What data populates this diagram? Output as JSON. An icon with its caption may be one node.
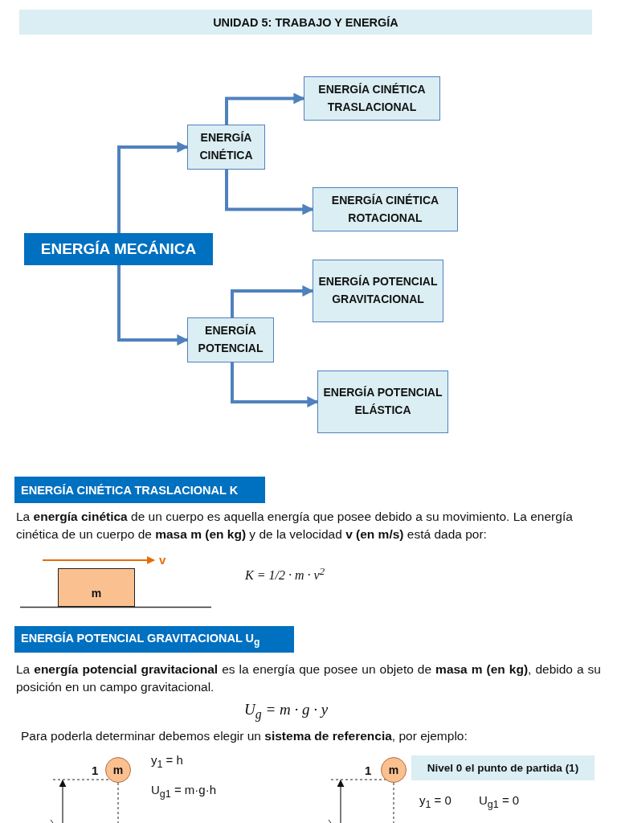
{
  "diagram": {
    "title": "UNIDAD 5: TRABAJO Y ENERGÍA",
    "nodes": [
      {
        "text": [
          "ENERGÍA MECÁNICA"
        ]
      },
      {
        "text": [
          "ENERGÍA CINÉTICA"
        ]
      },
      {
        "text": [
          "ENERGÍA CINÉTICA TRASLACIONAL"
        ]
      },
      {
        "text": [
          "ENERGÍA CINÉTICA ROTACIONAL"
        ]
      },
      {
        "text": [
          "ENERGÍA POTENCIAL"
        ]
      },
      {
        "text": [
          "ENERGÍA POTENCIAL GRAVITACIONAL"
        ]
      },
      {
        "text": [
          "ENERGÍA POTENCIAL ELÁSTICA"
        ]
      },
      {
        "text": [
          "ENERGÍA CINÉTICA TRASLACIONAL K"
        ]
      },
      {
        "text": [
          "m"
        ]
      },
      {
        "text": [
          "ENERGÍA POTENCIAL GRAVITACIONAL U$_{g}$"
        ]
      },
      {
        "text": [
          "m"
        ]
      },
      {
        "text": [
          "m"
        ]
      },
      {
        "text": [
          "Nivel 0 el punto de partida (1)"
        ]
      }
    ],
    "edges": [
      {
        "from": 0,
        "to": 1,
        "arrow": "to"
      },
      {
        "from": 1,
        "to": 2,
        "arrow": "to"
      },
      {
        "from": 1,
        "to": 3,
        "arrow": "to"
      },
      {
        "from": 0,
        "to": 4,
        "arrow": "to"
      },
      {
        "from": 4,
        "to": 5,
        "arrow": "to"
      },
      {
        "from": 4,
        "to": 6,
        "arrow": "to"
      }
    ],
    "labels": [
      "La **energía cinética** de un cuerpo es aquella energía que posee debido a su movimiento. La energía cinética de un cuerpo de **masa m (en kg)** y de la velocidad **v (en m/s)** está dada por:",
      "v",
      "K = 1/2 · m · v$^{2}$",
      "La **energía potencial gravitacional** es la energía que posee un objeto de **masa m (en kg)**, debido a su posición en un campo gravitacional.",
      "U$_{g}$ = m · g · y",
      "Para poderla determinar debemos elegir un **sistema de referencia**, por ejemplo:",
      "1",
      "y$_{1}$ = h",
      "U$_{g1}$ = m·g·h",
      "1",
      "y$_{1}$ = 0",
      "U$_{g1}$ = 0"
    ]
  }
}
